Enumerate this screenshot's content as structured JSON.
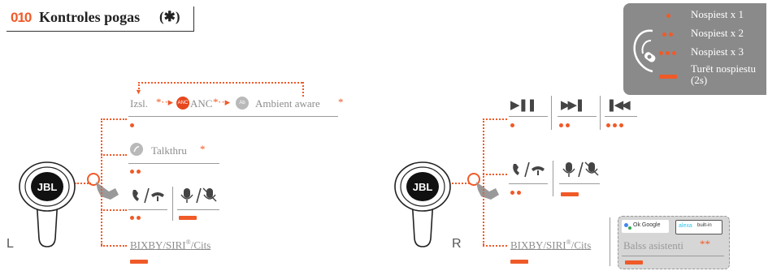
{
  "header": {
    "number": "010",
    "title": "Kontroles pogas",
    "bt_symbol": "(✱)"
  },
  "legend": {
    "items": [
      {
        "label": "Nospiest x 1"
      },
      {
        "label": "Nospiest x 2"
      },
      {
        "label": "Nospiest x 3"
      },
      {
        "label": "Turēt nospiestu (2s)"
      }
    ]
  },
  "left": {
    "side_label": "L",
    "anc_row": {
      "off": "Izsl.",
      "star1": "*",
      "anc_badge": "ANC",
      "anc": "ANC",
      "star2": "*",
      "ambient_badge": "Ab",
      "ambient": "Ambient aware",
      "star3": "*"
    },
    "talkthru": {
      "label": "Talkthru",
      "star": "*"
    },
    "voice": "BIXBY/SIRI",
    "voice_sup": "®",
    "voice_rest": "/Cits"
  },
  "right": {
    "side_label": "R",
    "voice": "BIXBY/SIRI",
    "voice_sup": "®",
    "voice_rest": "/Cits",
    "assistant": {
      "ok_google": "Ok Google",
      "alexa": "alexa",
      "built_in": "built-in",
      "label": "Balss asistenti",
      "stars": "**"
    }
  },
  "colors": {
    "accent": "#f05a28",
    "text_gray": "#8c8c8c",
    "legend_bg": "#8a8a8a"
  }
}
